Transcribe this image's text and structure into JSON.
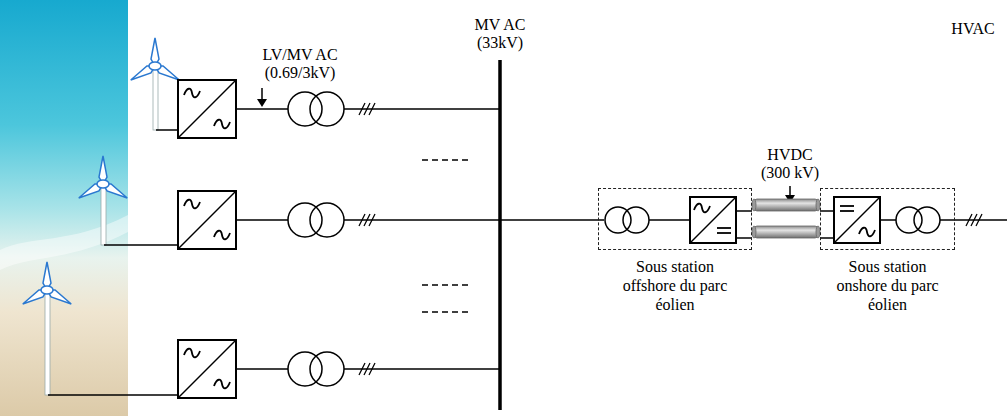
{
  "diagram": {
    "nodes": [
      {
        "text": [
          "Sous station offshore du parc éolien"
        ]
      },
      {
        "text": [
          "Sous station onshore du parc éolien"
        ]
      }
    ],
    "edges": [
      {
        "from": 0,
        "to": 1,
        "arrow": "none"
      },
      {
        "from": 0,
        "to": 1,
        "arrow": "none"
      }
    ],
    "labels": [
      "LV/MV AC (0.69/3kV)",
      "MV AC (33kV)",
      "HVDC (300 kV)",
      "HVAC"
    ]
  }
}
